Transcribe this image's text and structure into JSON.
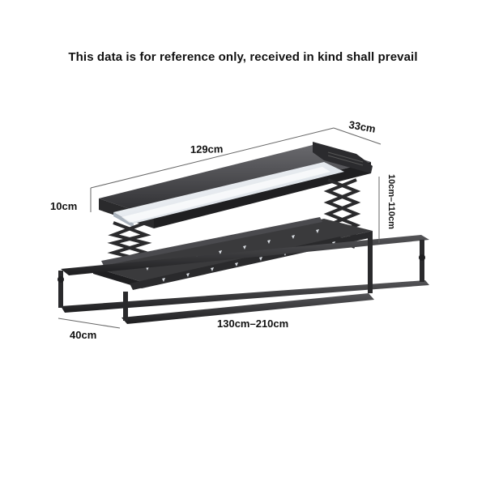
{
  "notice": "This data is for reference only, received in kind shall prevail",
  "dimensions": {
    "length": "129cm",
    "depth": "33cm",
    "height": "10cm",
    "lift": "10cm–110cm",
    "width": "40cm",
    "rod_length": "130cm–210cm"
  },
  "colors": {
    "frame": "#3a3a3c",
    "frame_dark": "#1f1f21",
    "light_panel": "#eef3f8"
  }
}
